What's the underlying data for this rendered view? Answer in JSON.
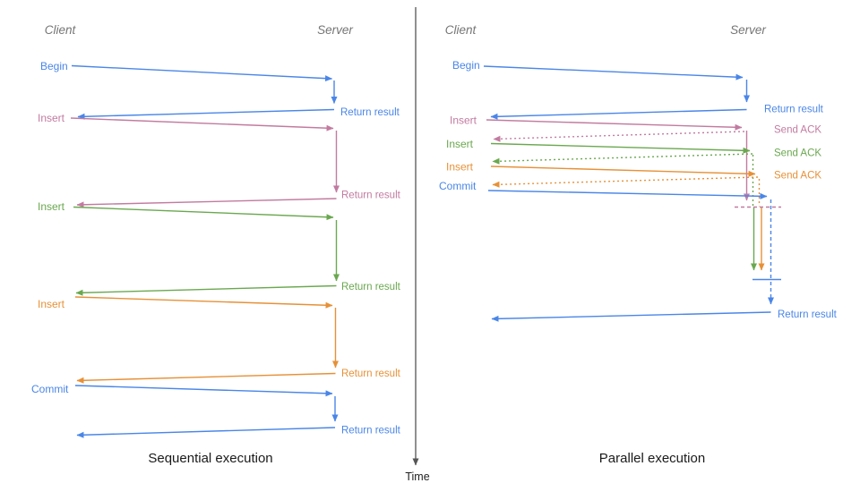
{
  "palette": {
    "blue": "#4a86e8",
    "pink": "#c27ba0",
    "green": "#6aa84f",
    "orange": "#e69138",
    "header_gray": "#757575",
    "axis_gray": "#555555",
    "caption_black": "#1a1a1a"
  },
  "time_axis": {
    "label": "Time"
  },
  "sequential": {
    "title": "Sequential execution",
    "client_header": "Client",
    "server_header": "Server",
    "messages": [
      {
        "request": "Begin",
        "response": "Return result",
        "color": "blue"
      },
      {
        "request": "Insert",
        "response": "Return result",
        "color": "pink"
      },
      {
        "request": "Insert",
        "response": "Return result",
        "color": "green"
      },
      {
        "request": "Insert",
        "response": "Return result",
        "color": "orange"
      },
      {
        "request": "Commit",
        "response": "Return result",
        "color": "blue"
      }
    ]
  },
  "parallel": {
    "title": "Parallel execution",
    "client_header": "Client",
    "server_header": "Server",
    "messages": [
      {
        "request": "Begin",
        "response": "Return result",
        "color": "blue"
      },
      {
        "request": "Insert",
        "ack": "Send ACK",
        "color": "pink"
      },
      {
        "request": "Insert",
        "ack": "Send ACK",
        "color": "green"
      },
      {
        "request": "Insert",
        "ack": "Send ACK",
        "color": "orange"
      },
      {
        "request": "Commit",
        "response": "Return result",
        "color": "blue"
      }
    ]
  }
}
